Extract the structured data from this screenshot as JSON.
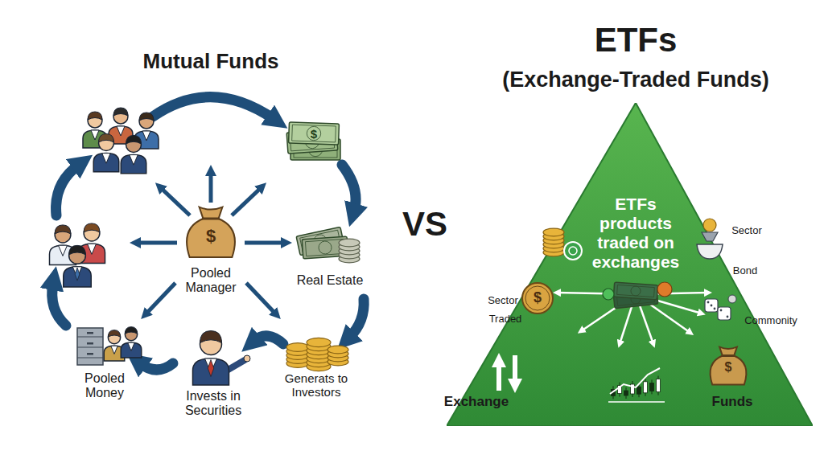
{
  "diagram": {
    "nodes": [
      {
        "text": [
          "ETFs products traded on exchanges"
        ]
      }
    ],
    "labels": [
      "Mutual Funds",
      "ETFs",
      "(Exchange-Traded Funds)",
      "VS",
      "$",
      "Pooled Manager",
      "$",
      "Real Estate",
      "Generats to Investors",
      "Invests in Securities",
      "Pooled Money",
      "Sector",
      "Sector",
      "Traded",
      "$",
      "Bond",
      "Commonity",
      "Exchange",
      "$",
      "Funds"
    ]
  }
}
